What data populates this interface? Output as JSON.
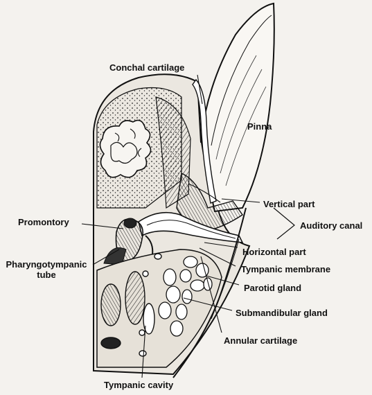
{
  "labels": {
    "conchal_cartilage": "Conchal cartilage",
    "pinna": "Pinna",
    "vertical_part": "Vertical part",
    "auditory_canal": "Auditory canal",
    "promontory": "Promontory",
    "horizontal_part": "Horizontal part",
    "pharyngotympanic_line1": "Pharyngotympanic",
    "pharyngotympanic_line2": "tube",
    "tympanic_membrane": "Tympanic membrane",
    "parotid_gland": "Parotid gland",
    "submandibular_gland": "Submandibular gland",
    "annular_cartilage": "Annular cartilage",
    "tympanic_cavity": "Tympanic cavity"
  },
  "colors": {
    "ink": "#111111",
    "paper": "#f4f2ee",
    "shade": "#cfcac2"
  }
}
